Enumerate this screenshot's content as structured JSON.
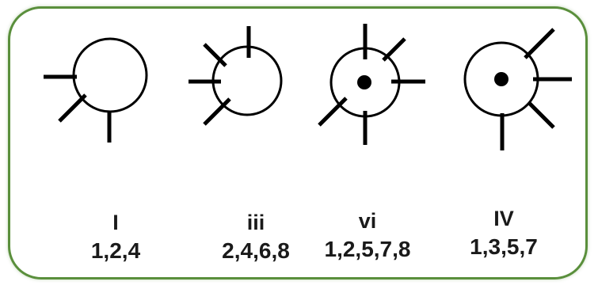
{
  "figures": [
    {
      "numeral": "I",
      "positions": "1,2,4",
      "center_dot": false
    },
    {
      "numeral": "iii",
      "positions": "2,4,6,8",
      "center_dot": false
    },
    {
      "numeral": "vi",
      "positions": "1,2,5,7,8",
      "center_dot": true
    },
    {
      "numeral": "IV",
      "positions": "1,3,5,7",
      "center_dot": true
    }
  ],
  "colors": {
    "border": "#5a8f3c",
    "stroke": "#000000",
    "text": "#1a1a1a"
  }
}
